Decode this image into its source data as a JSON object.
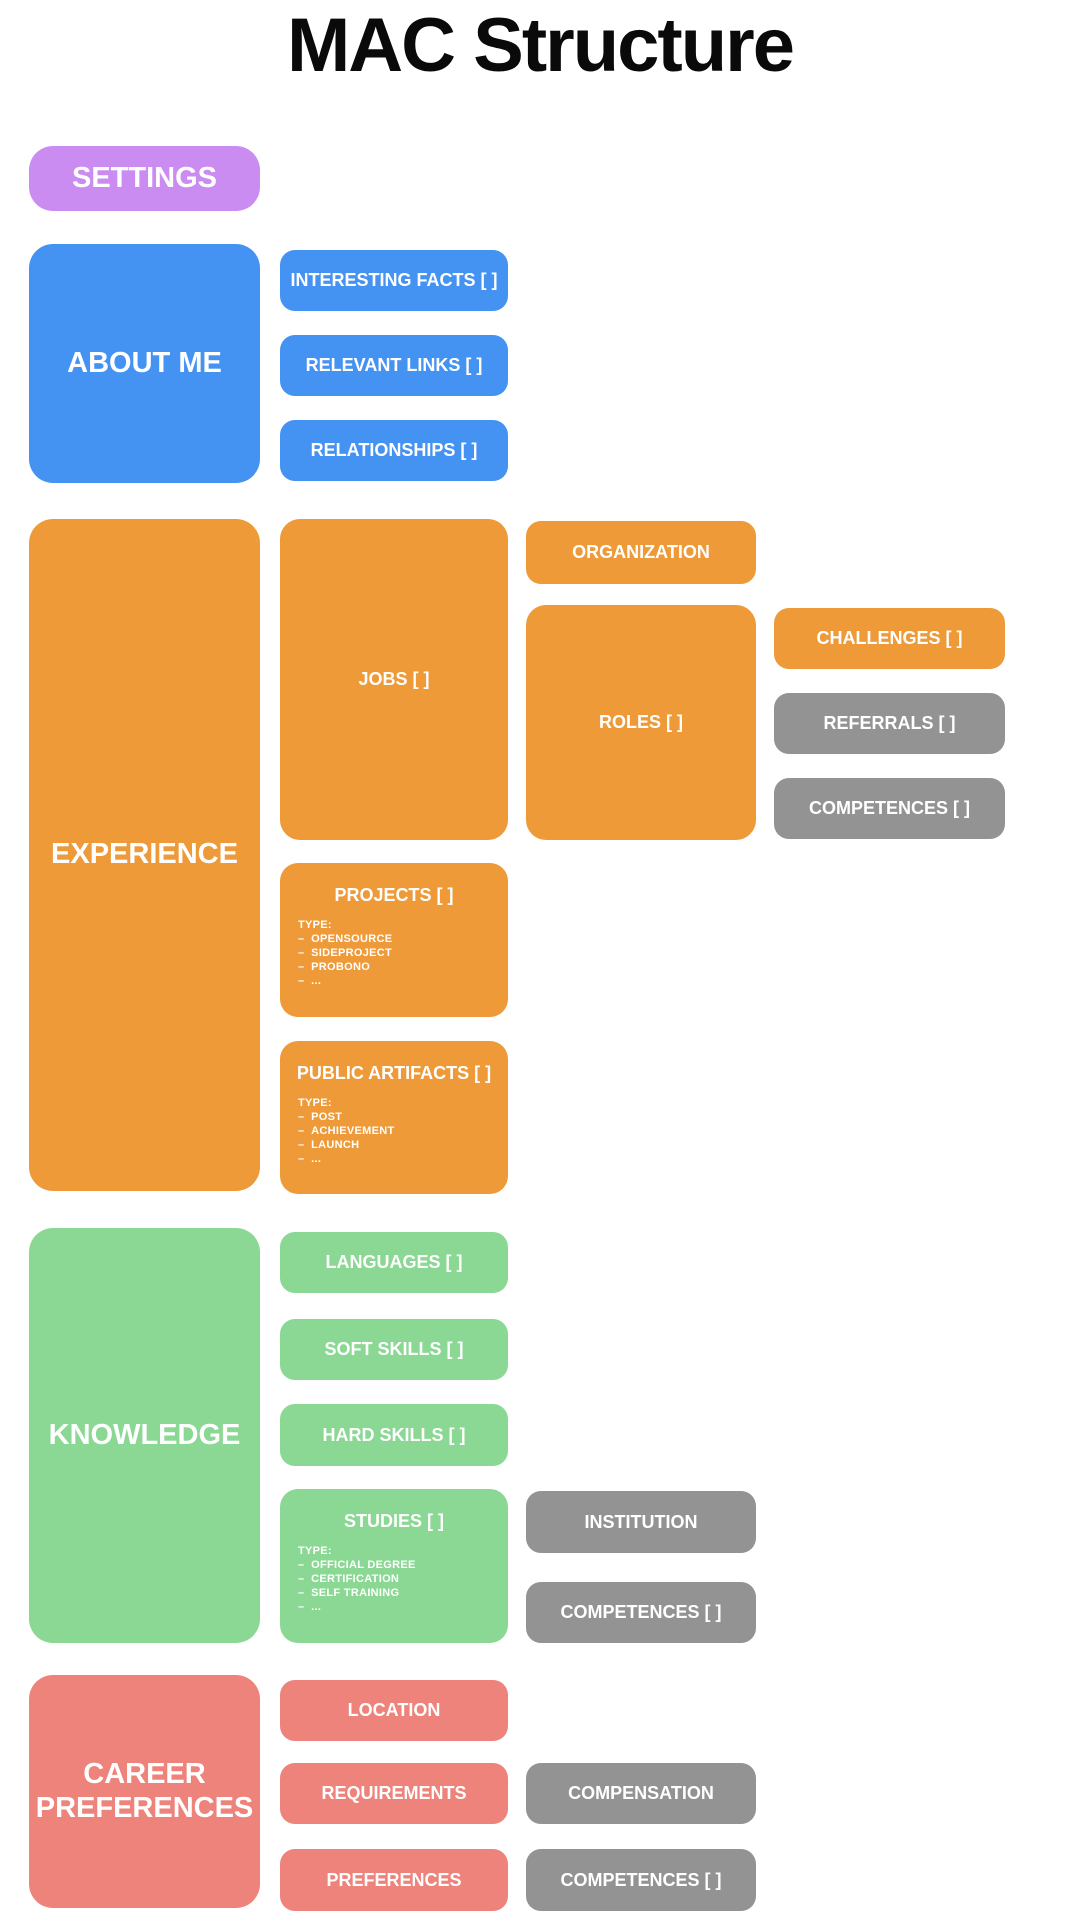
{
  "title": "MAC Structure",
  "colors": {
    "purple": "#cb8cf2",
    "blue": "#4493f3",
    "orange": "#ee9a39",
    "green": "#8ad893",
    "red": "#ed837b",
    "gray": "#939393"
  },
  "nodes": {
    "settings": {
      "label": "SETTINGS"
    },
    "about_me": {
      "label": "ABOUT ME",
      "children": {
        "interesting_facts": {
          "label": "INTERESTING FACTS [ ]"
        },
        "relevant_links": {
          "label": "RELEVANT LINKS [ ]"
        },
        "relationships": {
          "label": "RELATIONSHIPS [ ]"
        }
      }
    },
    "experience": {
      "label": "EXPERIENCE",
      "children": {
        "jobs": {
          "label": "JOBS [ ]"
        },
        "organization": {
          "label": "ORGANIZATION"
        },
        "roles": {
          "label": "ROLES [ ]"
        },
        "challenges": {
          "label": "CHALLENGES [ ]"
        },
        "referrals": {
          "label": "REFERRALS [ ]"
        },
        "roles_competences": {
          "label": "COMPETENCES [ ]"
        },
        "projects": {
          "label": "PROJECTS [ ]",
          "type_label": "TYPE:",
          "types": [
            "OPENSOURCE",
            "SIDEPROJECT",
            "PROBONO",
            "..."
          ]
        },
        "public_artifacts": {
          "label": "PUBLIC ARTIFACTS [ ]",
          "type_label": "TYPE:",
          "types": [
            "POST",
            "ACHIEVEMENT",
            "LAUNCH",
            "..."
          ]
        }
      }
    },
    "knowledge": {
      "label": "KNOWLEDGE",
      "children": {
        "languages": {
          "label": "LANGUAGES [ ]"
        },
        "soft_skills": {
          "label": "SOFT SKILLS [ ]"
        },
        "hard_skills": {
          "label": "HARD SKILLS [ ]"
        },
        "studies": {
          "label": "STUDIES [ ]",
          "type_label": "TYPE:",
          "types": [
            "OFFICIAL DEGREE",
            "CERTIFICATION",
            "SELF TRAINING",
            "..."
          ]
        },
        "institution": {
          "label": "INSTITUTION"
        },
        "studies_competences": {
          "label": "COMPETENCES [ ]"
        }
      }
    },
    "career_preferences": {
      "label": "CAREER PREFERENCES",
      "children": {
        "location": {
          "label": "LOCATION"
        },
        "requirements": {
          "label": "REQUIREMENTS"
        },
        "compensation": {
          "label": "COMPENSATION"
        },
        "preferences": {
          "label": "PREFERENCES"
        },
        "preferences_competences": {
          "label": "COMPETENCES [ ]"
        }
      }
    }
  }
}
